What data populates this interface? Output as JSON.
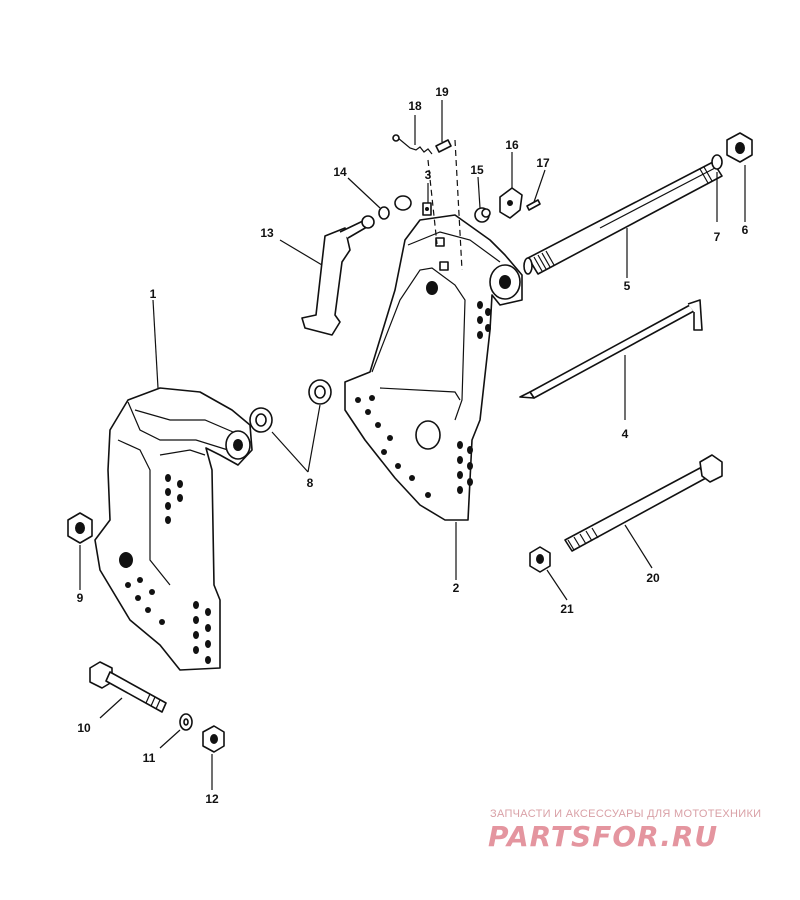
{
  "diagram": {
    "callouts": [
      "1",
      "2",
      "3",
      "4",
      "5",
      "6",
      "7",
      "8",
      "9",
      "10",
      "11",
      "12",
      "13",
      "14",
      "15",
      "16",
      "17",
      "18",
      "19",
      "20",
      "21"
    ]
  },
  "watermark": {
    "caption": "ЗАПЧАСТИ И АКСЕССУАРЫ ДЛЯ МОТОТЕХНИКИ",
    "logo": "PARTSFOR.RU"
  }
}
